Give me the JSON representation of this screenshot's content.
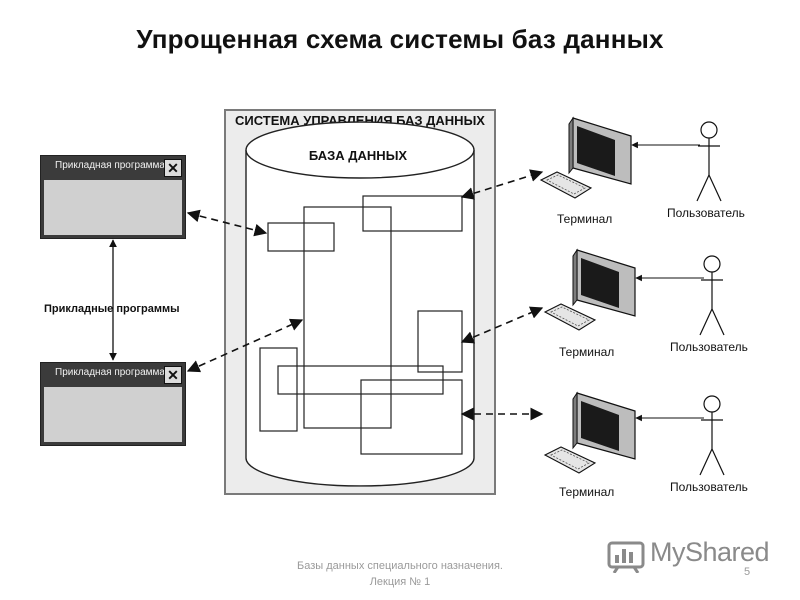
{
  "title": "Упрощенная схема системы баз данных",
  "dbms_label": "СИСТЕМА УПРАВЛЕНИЯ БАЗ ДАННЫХ",
  "db_label": "БАЗА ДАННЫХ",
  "app_window_title": "Прикладная программа",
  "app_programs_label": "Прикладные программы",
  "terminal_label": "Терминал",
  "user_label": "Пользователь",
  "footer": {
    "line1": "Базы данных специального назначения.",
    "line2": "Лекция № 1",
    "page": "5"
  },
  "logo_text": "MyShared",
  "icons": [
    "close-icon",
    "computer-icon",
    "keyboard-icon",
    "stick-figure-icon",
    "chart-bars-icon"
  ]
}
